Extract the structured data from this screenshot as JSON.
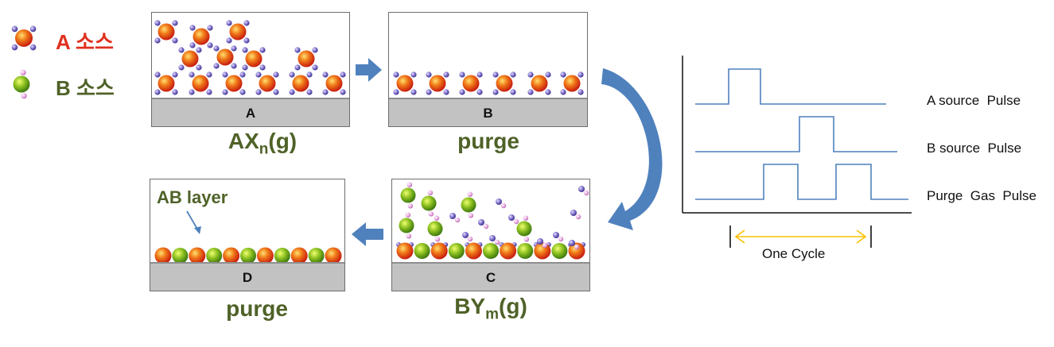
{
  "legend": {
    "a_label": "A 소스",
    "b_label": "B 소스",
    "a_color": "#e0301e",
    "b_color": "#4f6228"
  },
  "panels": {
    "a": {
      "letter": "A",
      "caption_main": "AX",
      "caption_sub": "n",
      "caption_tail": "(g)"
    },
    "b": {
      "letter": "B",
      "caption": "purge"
    },
    "c": {
      "letter": "C",
      "caption_main": "BY",
      "caption_sub": "m",
      "caption_tail": "(g)"
    },
    "d": {
      "letter": "D",
      "caption": "purge",
      "annotation": "AB layer"
    }
  },
  "timing": {
    "labels": [
      "A source  Pulse",
      "B source  Pulse",
      "Purge  Gas  Pulse"
    ],
    "cycle_label": "One Cycle",
    "line_color": "#4f81bd",
    "cycle_arrow_color": "#ffc000"
  },
  "colors": {
    "arrow": "#4f81bd",
    "caption": "#4f6228",
    "substrate": "#c2c2c2"
  }
}
